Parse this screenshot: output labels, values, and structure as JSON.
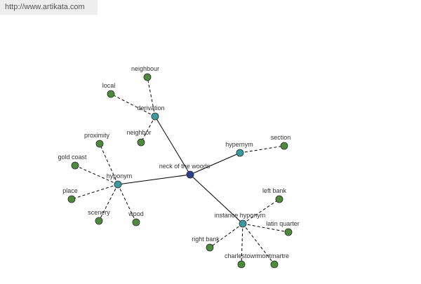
{
  "source_url": "http://www.artikata.com",
  "colors": {
    "background": "#ffffff",
    "edge": "#000000",
    "leaf_node": "#4f8a3c",
    "relation_node": "#3b9a9e",
    "center_node": "#2b3f8f",
    "label": "#333333",
    "banner_bg": "#eeeeee",
    "banner_text": "#555555"
  },
  "graph": {
    "center": "neck of the woods",
    "relations": [
      {
        "name": "derivation",
        "children": [
          "neighbour",
          "local",
          "neighbor"
        ]
      },
      {
        "name": "hypernym",
        "children": [
          "section"
        ]
      },
      {
        "name": "hyponym",
        "children": [
          "proximity",
          "gold coast",
          "place",
          "scenery",
          "wood"
        ]
      },
      {
        "name": "instance hyponym",
        "children": [
          "left bank",
          "latin quarter",
          "right bank",
          "charlestown",
          "montmartre"
        ]
      }
    ]
  }
}
